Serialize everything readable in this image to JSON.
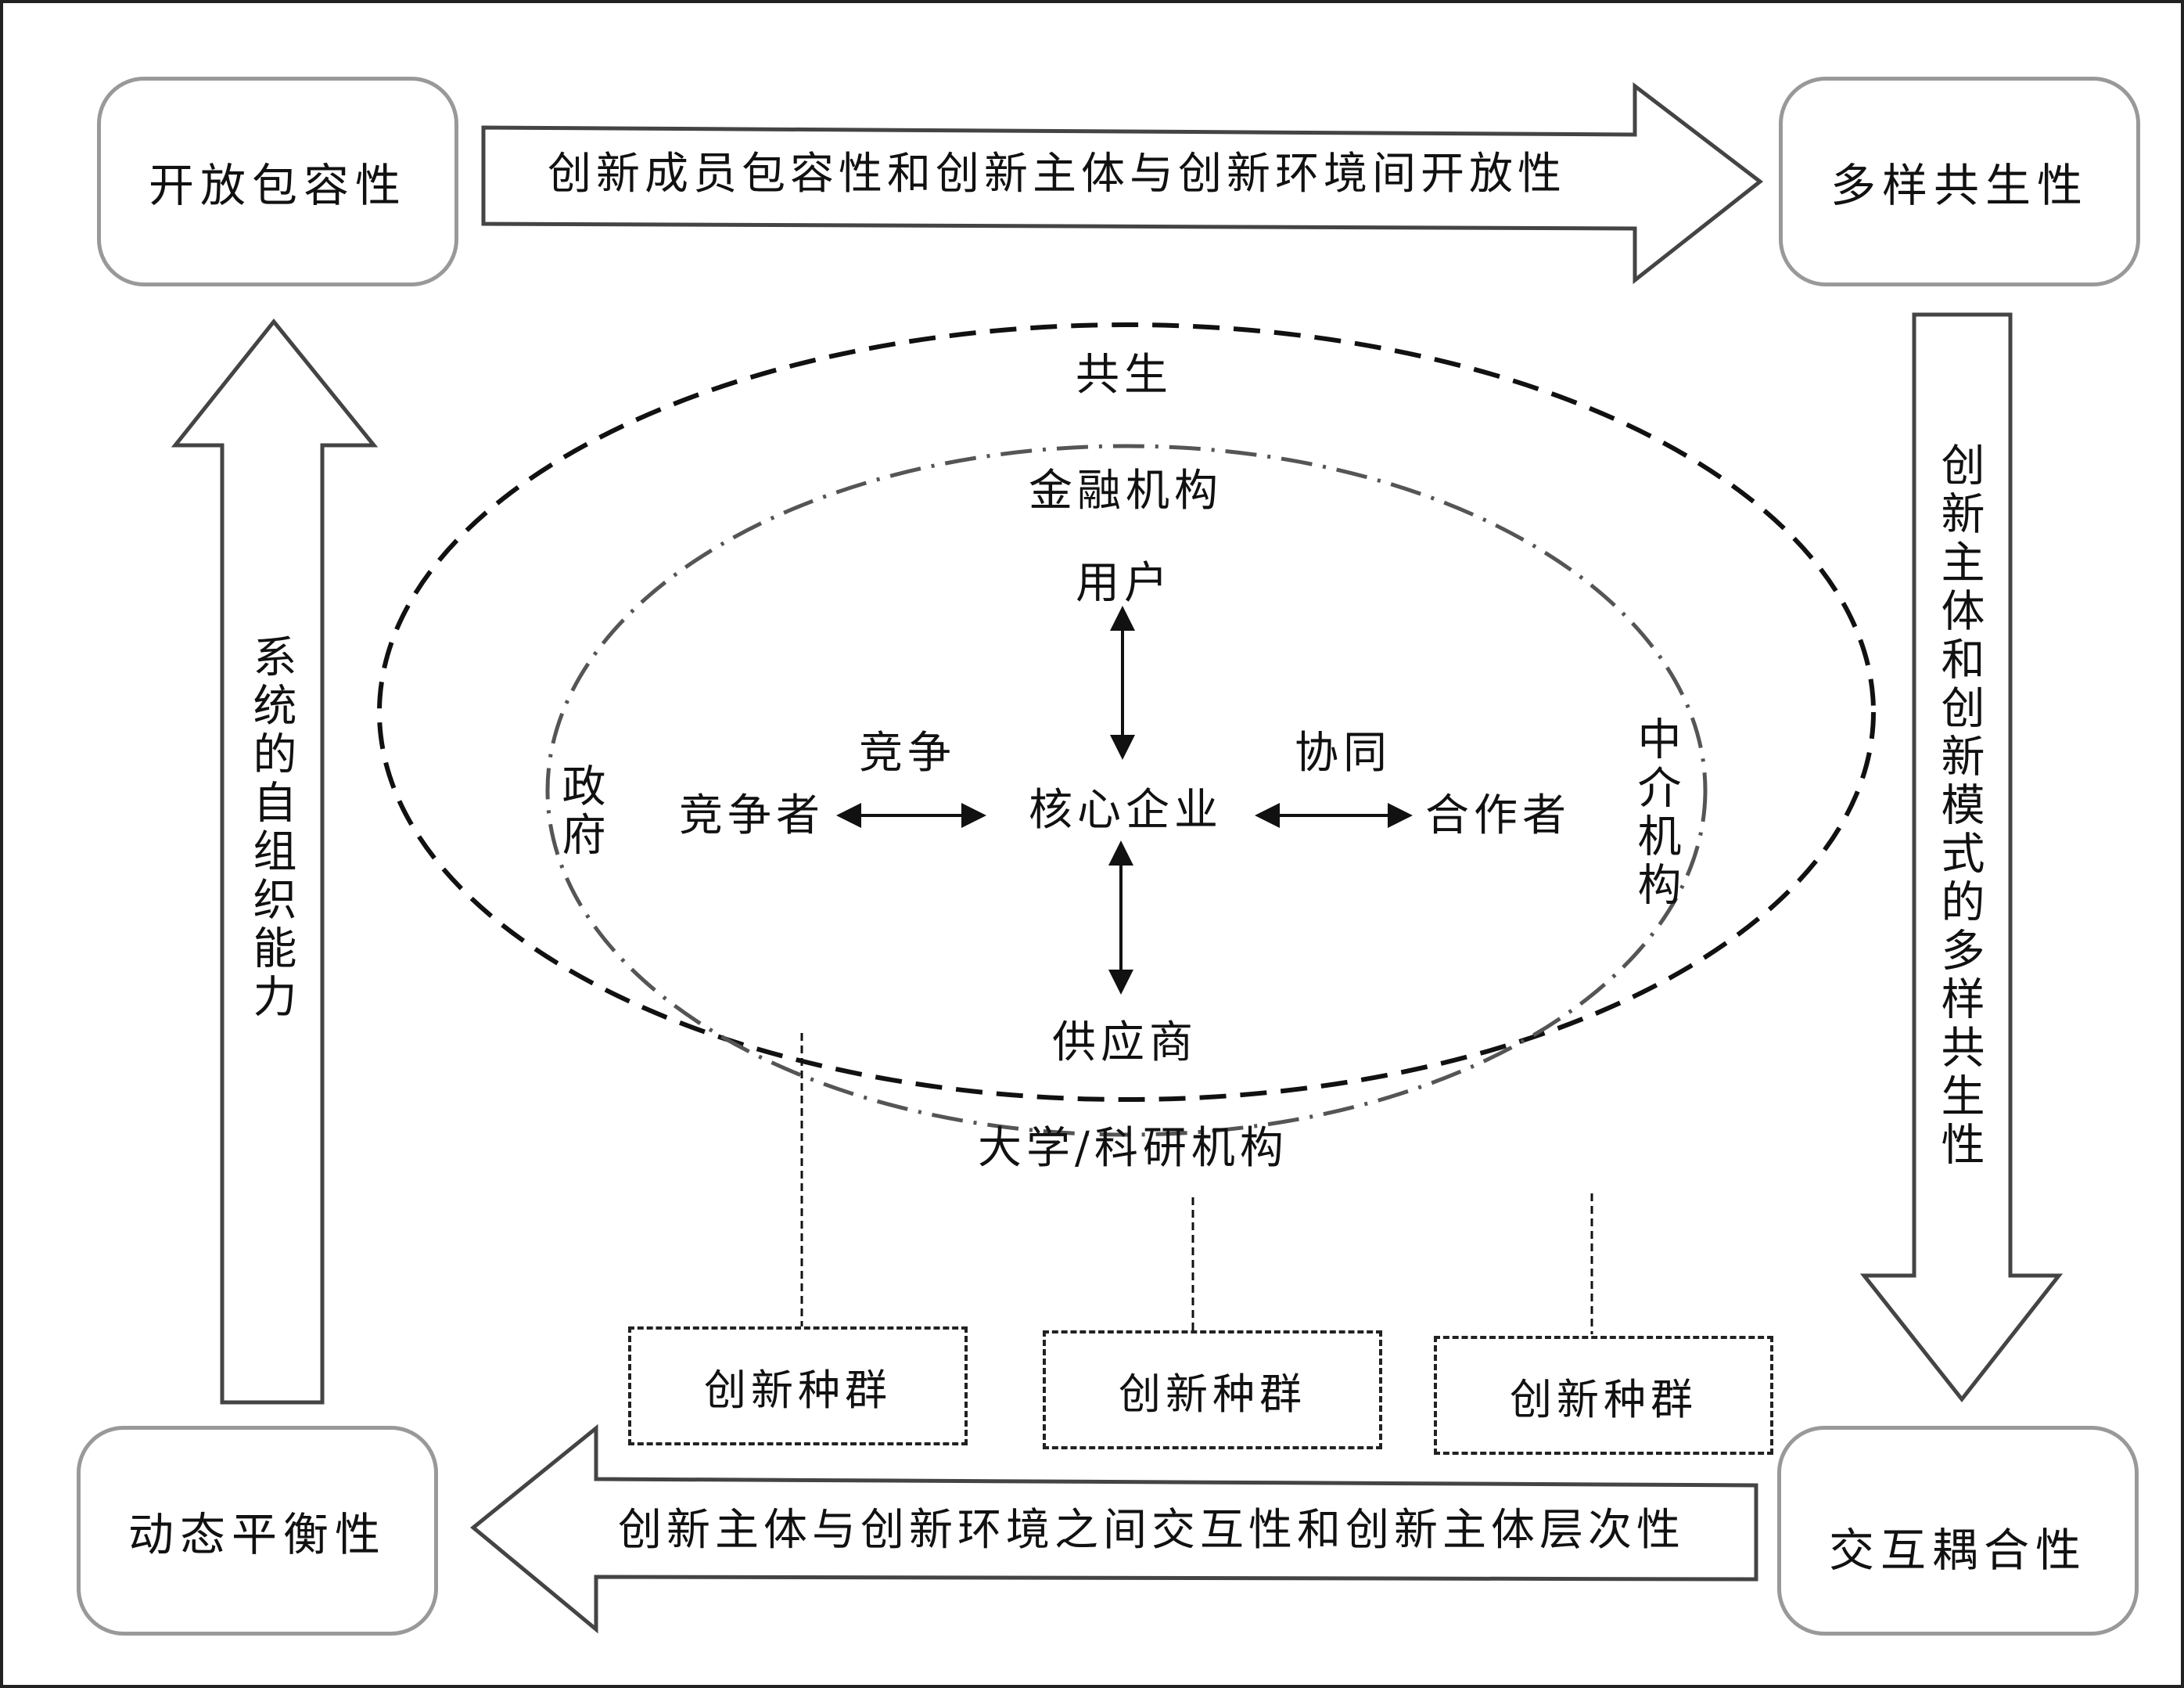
{
  "corners": {
    "top_left": "开放包容性",
    "top_right": "多样共生性",
    "bottom_left": "动态平衡性",
    "bottom_right": "交互耦合性"
  },
  "arrows": {
    "top": "创新成员包容性和创新主体与创新环境间开放性",
    "right": "创新主体和创新模式的多样共生性",
    "bottom": "创新主体与创新环境之间交互性和创新主体层次性",
    "left": "系统的自组织能力"
  },
  "ecosystem": {
    "outer_ring_label": "共生",
    "inner_ring": {
      "top": "金融机构",
      "bottom": "大学/科研机构",
      "left": "政府",
      "right": "中介机构"
    },
    "core": "核心企业",
    "up": "用户",
    "down": "供应商",
    "left_actor": "竞争者",
    "left_relation": "竞争",
    "right_actor": "合作者",
    "right_relation": "协同"
  },
  "populations": [
    "创新种群",
    "创新种群",
    "创新种群"
  ]
}
